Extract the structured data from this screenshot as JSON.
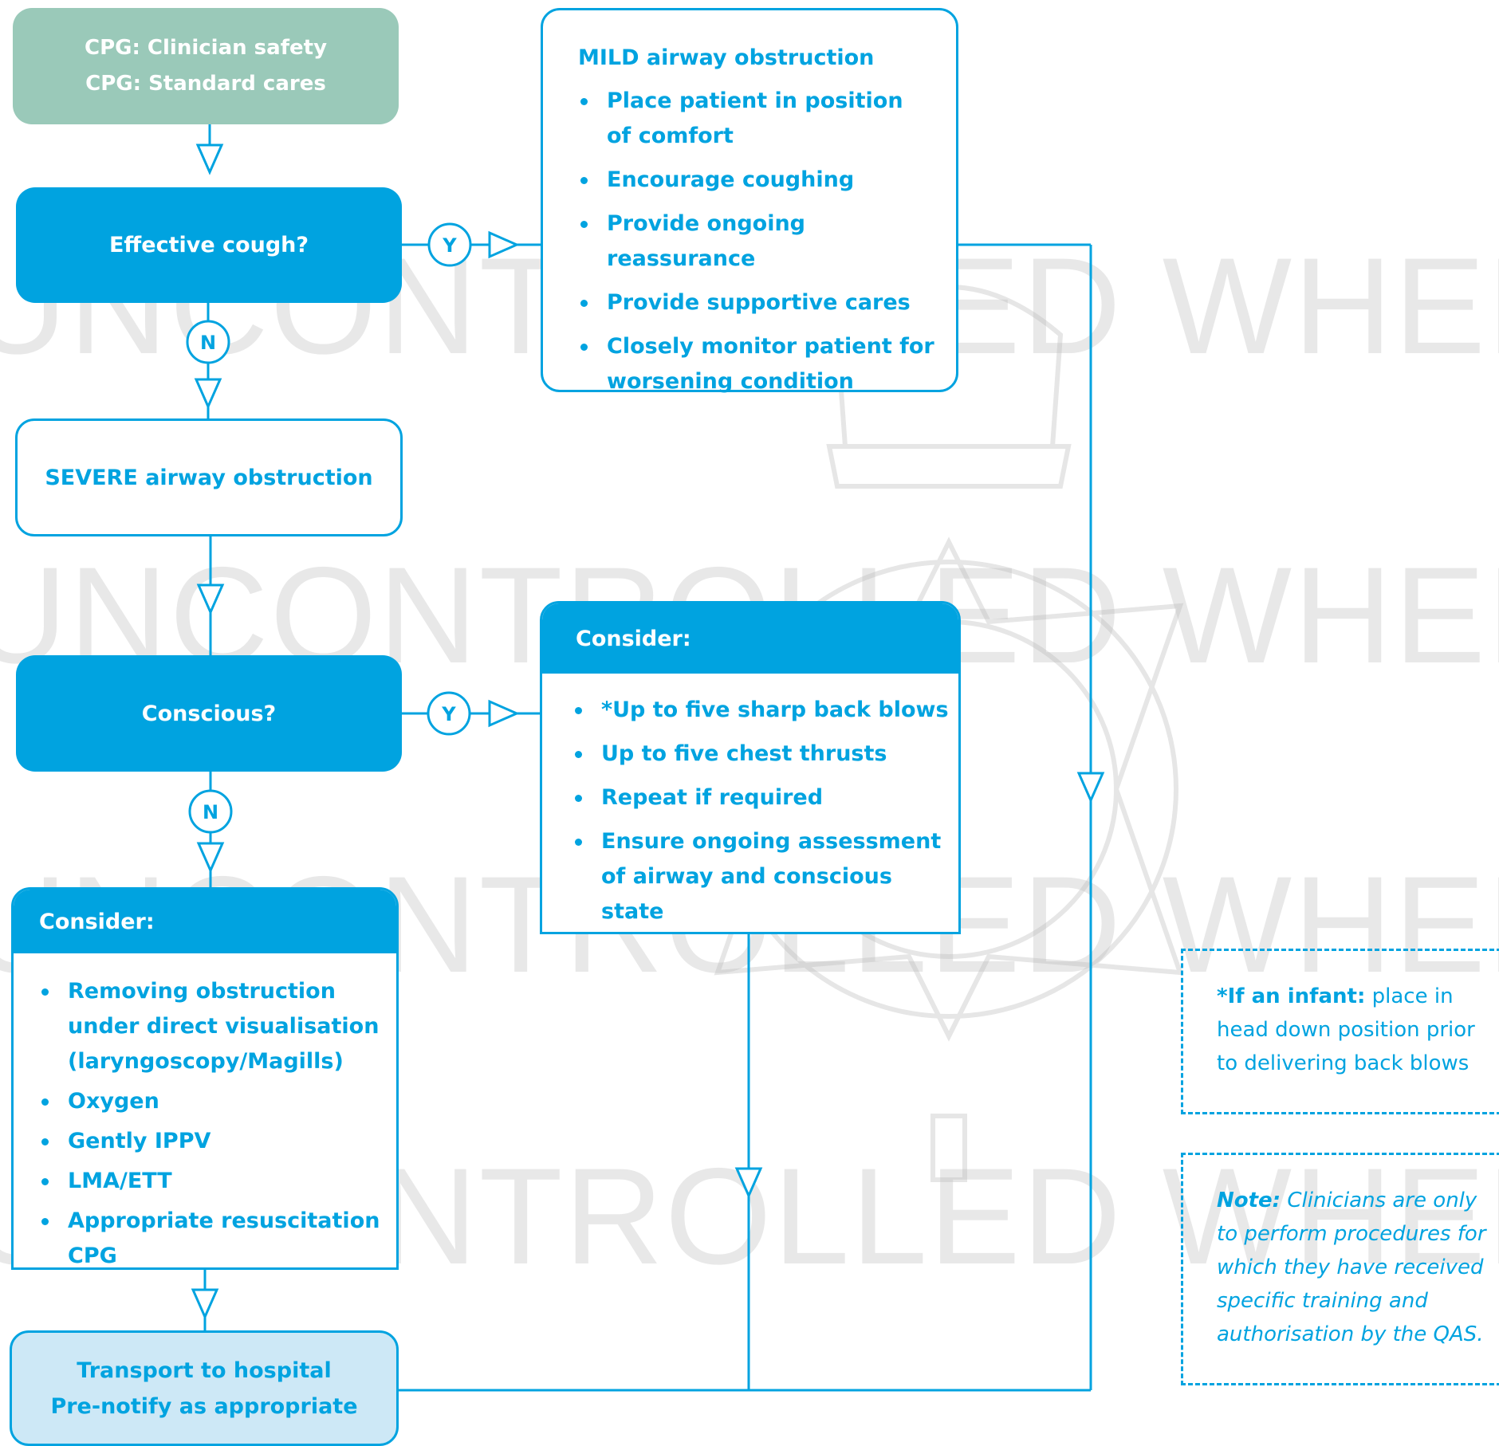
{
  "start": {
    "line1": "CPG: Clinician safety",
    "line2": "CPG: Standard cares"
  },
  "q_cough": {
    "label": "Effective cough?"
  },
  "q_conscious": {
    "label": "Conscious?"
  },
  "connectors": {
    "yes": "Y",
    "no": "N"
  },
  "mild": {
    "title": "MILD airway obstruction",
    "items": [
      {
        "l1": "Place patient in position",
        "l2": "of comfort"
      },
      {
        "l1": "Encourage coughing"
      },
      {
        "l1": "Provide ongoing reassurance"
      },
      {
        "l1": "Provide supportive cares"
      },
      {
        "l1": "Closely monitor patient for",
        "l2": "worsening condition"
      }
    ]
  },
  "severe": {
    "label": "SEVERE airway obstruction"
  },
  "consider_conscious": {
    "title": "Consider:",
    "items": [
      {
        "l1": "*Up to five sharp back blows"
      },
      {
        "l1": "Up to five chest thrusts"
      },
      {
        "l1": "Repeat if required"
      },
      {
        "l1": "Ensure ongoing assessment",
        "l2": "of airway and conscious state"
      }
    ]
  },
  "consider_unconscious": {
    "title": "Consider:",
    "items": [
      {
        "l1": "Removing obstruction",
        "l2": "under direct visualisation",
        "l3": "(laryngoscopy/Magills)"
      },
      {
        "l1": "Oxygen"
      },
      {
        "l1": "Gently IPPV"
      },
      {
        "l1": "LMA/ETT"
      },
      {
        "l1": "Appropriate resuscitation CPG"
      }
    ]
  },
  "transport": {
    "line1": "Transport to hospital",
    "line2": "Pre-notify as appropriate"
  },
  "note_infant": {
    "bold": "*If an infant:",
    "l1": " place in",
    "l2": "head down position prior",
    "l3": "to delivering back blows"
  },
  "note_clinicians": {
    "bold": "Note:",
    "l1": " Clinicians are only",
    "l2": "to perform procedures for",
    "l3": "which they have received",
    "l4": "specific training and",
    "l5": "authorisation by the QAS."
  },
  "watermark": {
    "text": "UNCONTROLLED WHEN PRINTED"
  },
  "colors": {
    "primary": "#00a3e0",
    "start_box": "#9ac9b9",
    "transport_fill": "#cde8f6"
  }
}
